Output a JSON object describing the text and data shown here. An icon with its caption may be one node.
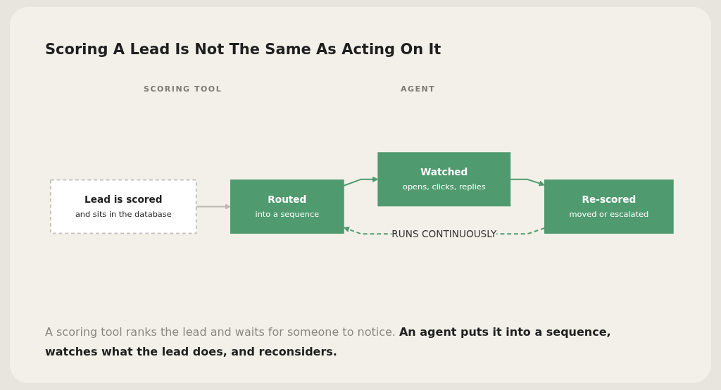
{
  "diagram": {
    "title": "Scoring A Lead Is Not The Same As Acting On It",
    "caption": "A scoring tool ranks the lead and waits for someone to notice. **An agent puts it into a sequence, watches what the lead does, and reconsiders.**",
    "nodes": [
      {
        "text": [
          "Lead is scored",
          "and sits in the database"
        ]
      },
      {
        "text": [
          "Routed",
          "into a sequence"
        ]
      },
      {
        "text": [
          "Watched",
          "opens, clicks, replies"
        ]
      },
      {
        "text": [
          "Re-scored",
          "moved or escalated"
        ]
      }
    ],
    "edges": [
      {
        "from": 0,
        "to": 1,
        "arrow": "to",
        "color": "#bdb8b0"
      },
      {
        "from": 1,
        "to": 2,
        "arrow": "to"
      },
      {
        "from": 2,
        "to": 3,
        "arrow": "to"
      },
      {
        "from": 3,
        "to": 1,
        "arrow": "to",
        "style": "dashed",
        "label": "RUNS CONTINUOUSLY"
      }
    ],
    "labels": [
      "SCORING TOOL",
      "AGENT"
    ]
  }
}
